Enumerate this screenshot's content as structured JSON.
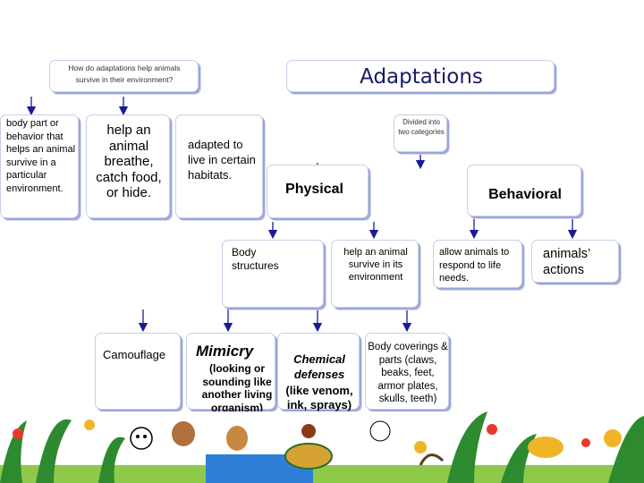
{
  "diagram": {
    "title": "Adaptations",
    "question": "How do adaptations help animals survive in their environment?",
    "divided_into": "Divided into two categories",
    "definition": "body part or behavior that helps an animal survive in a particular environment.",
    "purpose": "help an animal breathe, catch food, or hide.",
    "habitats": "adapted to live in certain habitats.",
    "physical": {
      "label": "Physical",
      "body_structures": "Body structures",
      "survive": "help an animal survive in its environment",
      "examples": {
        "camouflage": "Camouflage",
        "mimicry_title": "Mimicry",
        "mimicry_desc": "(looking or sounding like another living organism)",
        "chemical_title": "Chemical defenses",
        "chemical_desc": "(like venom, ink, sprays)",
        "body_coverings": "Body coverings & parts (claws, beaks, feet, armor plates, skulls, teeth)"
      }
    },
    "behavioral": {
      "label": "Behavioral",
      "respond": "allow animals to respond to life needs.",
      "actions": "animals’ actions"
    }
  },
  "colors": {
    "arrow": "#1a1a99",
    "box_shadow": "#9aa6d6"
  }
}
